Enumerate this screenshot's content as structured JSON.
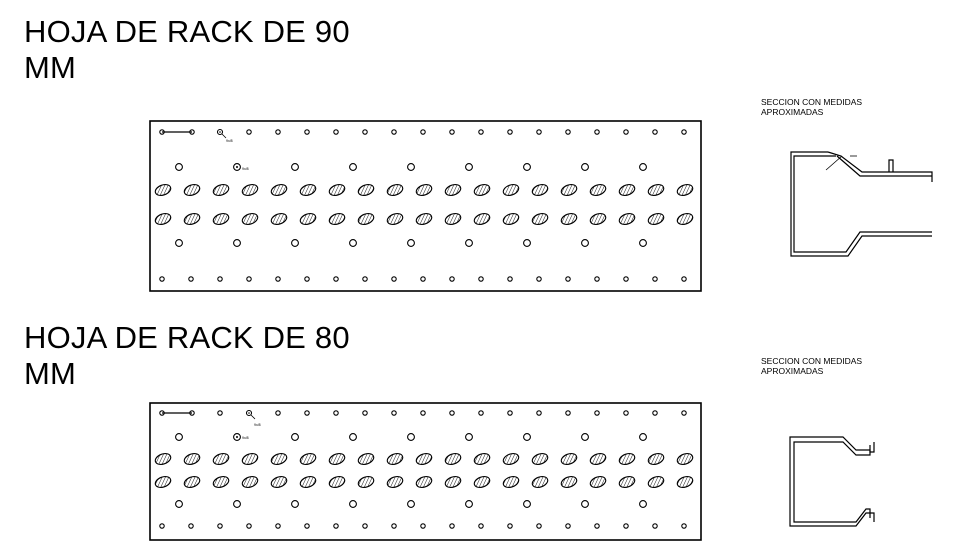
{
  "sheet_90": {
    "title_line1": "HOJA DE RACK DE 90",
    "title_line2": "MM",
    "section_note_line1": "SECCION CON MEDIDAS",
    "section_note_line2": "APROXIMADAS",
    "hole_label": "9x/8"
  },
  "sheet_80": {
    "title_line1": "HOJA DE RACK DE 80",
    "title_line2": "MM",
    "section_note_line1": "SECCION CON MEDIDAS",
    "section_note_line2": "APROXIMADAS",
    "hole_label": "9x/8"
  }
}
